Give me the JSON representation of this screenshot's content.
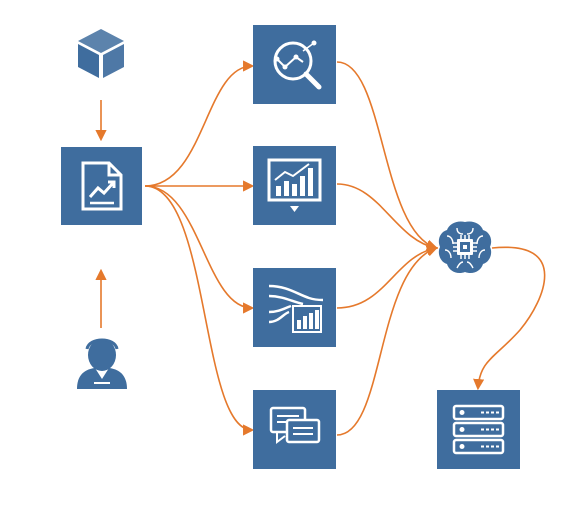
{
  "diagram": {
    "colors": {
      "box": "#3f6d9e",
      "icon": "#ffffff",
      "arrow": "#e5792c",
      "person": "#3f6d9e",
      "brain": "#3f6d9e"
    },
    "nodes": [
      {
        "id": "cube",
        "icon": "cube-icon"
      },
      {
        "id": "report",
        "icon": "document-chart-icon"
      },
      {
        "id": "user",
        "icon": "user-icon"
      },
      {
        "id": "analysis",
        "icon": "magnify-analytics-icon"
      },
      {
        "id": "dashboard",
        "icon": "presentation-chart-icon"
      },
      {
        "id": "flow",
        "icon": "flow-bars-icon"
      },
      {
        "id": "chat",
        "icon": "chat-bubbles-icon"
      },
      {
        "id": "ai",
        "icon": "brain-chip-icon"
      },
      {
        "id": "server",
        "icon": "server-icon"
      }
    ],
    "edges": [
      {
        "from": "cube",
        "to": "report"
      },
      {
        "from": "user",
        "to": "report"
      },
      {
        "from": "report",
        "to": "analysis"
      },
      {
        "from": "report",
        "to": "dashboard"
      },
      {
        "from": "report",
        "to": "flow"
      },
      {
        "from": "report",
        "to": "chat"
      },
      {
        "from": "analysis",
        "to": "ai"
      },
      {
        "from": "dashboard",
        "to": "ai"
      },
      {
        "from": "flow",
        "to": "ai"
      },
      {
        "from": "chat",
        "to": "ai"
      },
      {
        "from": "ai",
        "to": "server"
      }
    ]
  }
}
